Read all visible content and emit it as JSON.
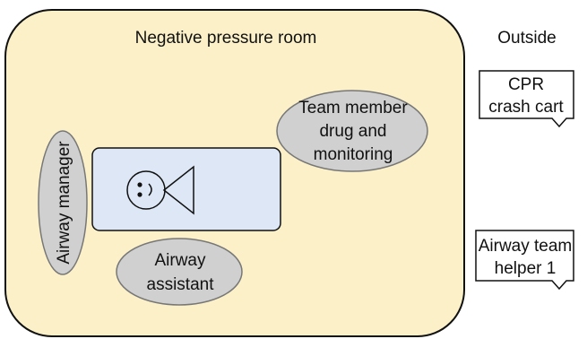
{
  "room": {
    "label": "Negative pressure room",
    "fill": "#fbf0c8",
    "stroke": "#111111"
  },
  "outside": {
    "label": "Outside"
  },
  "bed": {
    "fill": "#dde7f5",
    "stroke": "#111111"
  },
  "patient": {
    "icon": "patient-head-icon"
  },
  "team_positions": {
    "fill": "#d0d0d0",
    "stroke": "#777777",
    "airway_manager": "Airway manager",
    "airway_assistant": {
      "line1": "Airway",
      "line2": "assistant"
    },
    "team_member": {
      "line1": "Team member",
      "line2": "drug and",
      "line3": "monitoring"
    }
  },
  "outside_items": {
    "crash_cart": {
      "line1": "CPR",
      "line2": "crash cart"
    },
    "helper": {
      "line1": "Airway team",
      "line2": "helper 1"
    }
  }
}
